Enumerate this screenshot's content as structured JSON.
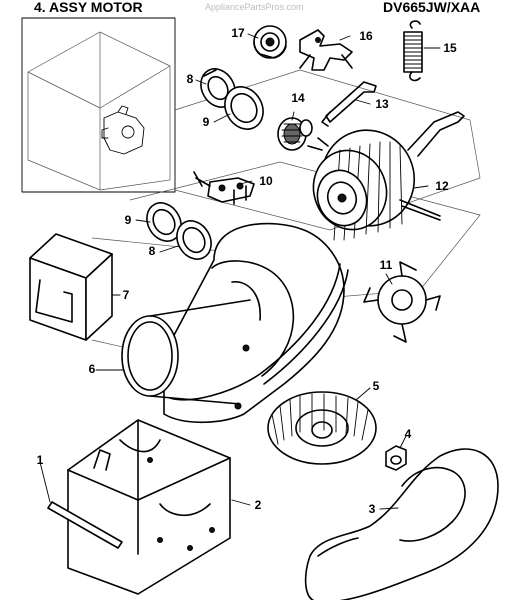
{
  "header": {
    "title": "4. ASSY MOTOR",
    "model": "DV665JW/XAA",
    "watermark": "AppliancePartsPros.com"
  },
  "parts": [
    {
      "id": "p1",
      "label": "1"
    },
    {
      "id": "p2",
      "label": "2"
    },
    {
      "id": "p3",
      "label": "3"
    },
    {
      "id": "p4",
      "label": "4"
    },
    {
      "id": "p5",
      "label": "5"
    },
    {
      "id": "p6",
      "label": "6"
    },
    {
      "id": "p7",
      "label": "7"
    },
    {
      "id": "p8a",
      "label": "8"
    },
    {
      "id": "p8b",
      "label": "8"
    },
    {
      "id": "p9a",
      "label": "9"
    },
    {
      "id": "p9b",
      "label": "9"
    },
    {
      "id": "p10",
      "label": "10"
    },
    {
      "id": "p11",
      "label": "11"
    },
    {
      "id": "p12",
      "label": "12"
    },
    {
      "id": "p13",
      "label": "13"
    },
    {
      "id": "p14",
      "label": "14"
    },
    {
      "id": "p15",
      "label": "15"
    },
    {
      "id": "p16",
      "label": "16"
    },
    {
      "id": "p17",
      "label": "17"
    }
  ]
}
